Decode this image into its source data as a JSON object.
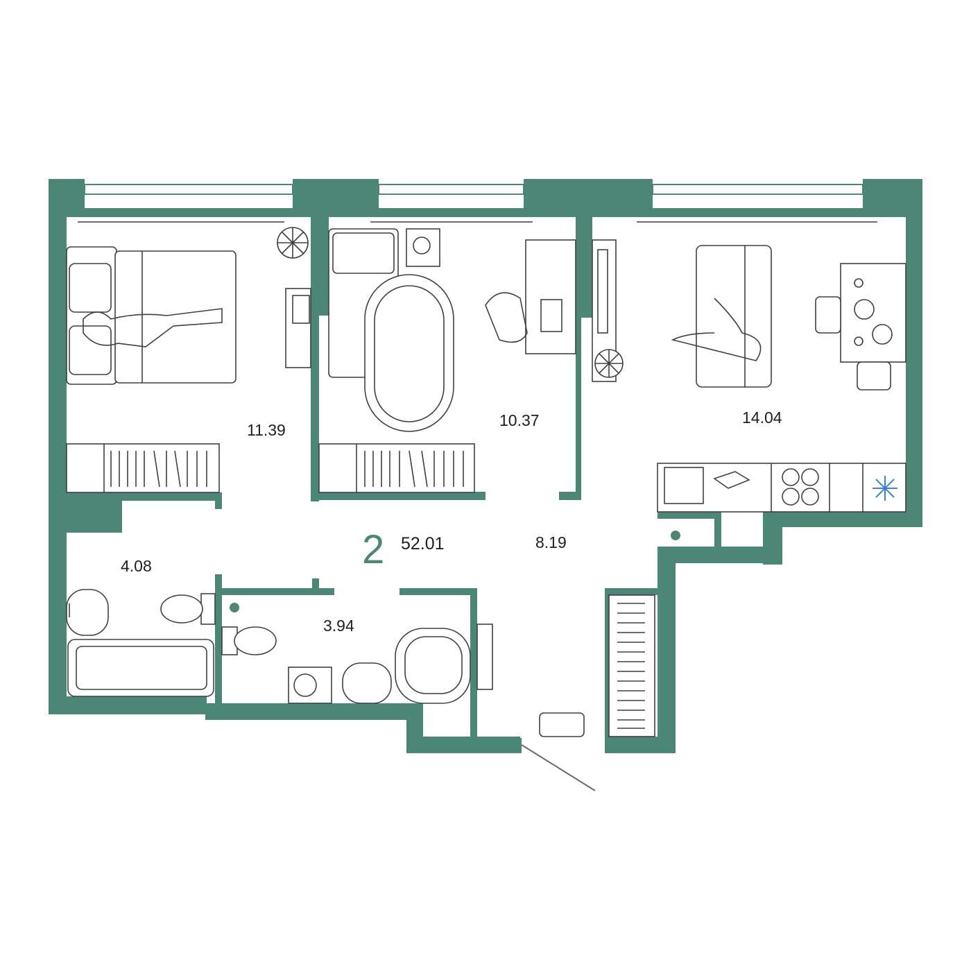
{
  "plan": {
    "rooms_count": "2",
    "total_area": "52.01",
    "wall_color": "#4b8677",
    "line_color": "#3f3f3f",
    "accent_icon_color": "#3a7fd0",
    "rooms": [
      {
        "key": "bedroom_1",
        "area": "11.39"
      },
      {
        "key": "bedroom_2",
        "area": "10.37"
      },
      {
        "key": "living_kitchen",
        "area": "14.04"
      },
      {
        "key": "bathroom",
        "area": "4.08"
      },
      {
        "key": "hallway",
        "area": "8.19"
      },
      {
        "key": "washroom",
        "area": "3.94"
      }
    ]
  }
}
